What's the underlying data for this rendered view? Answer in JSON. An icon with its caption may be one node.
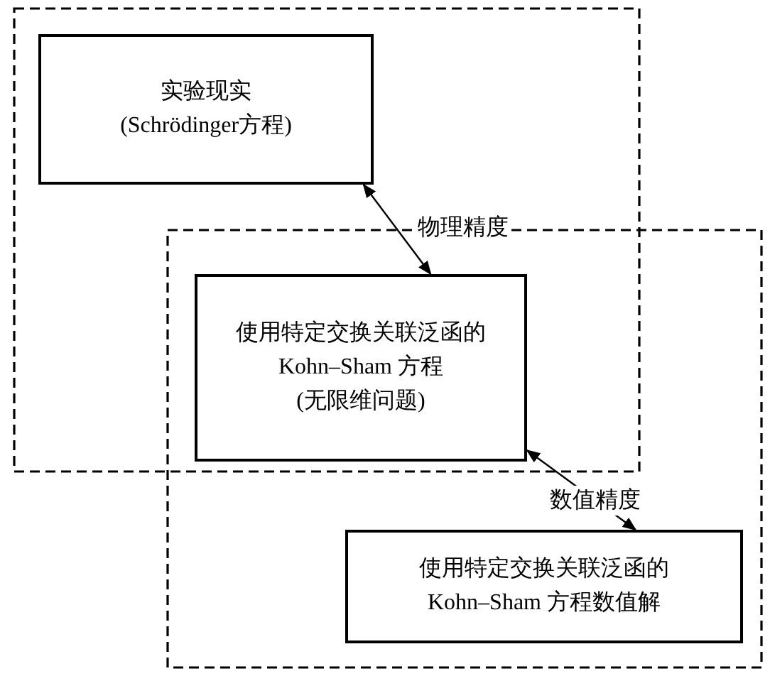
{
  "diagram": {
    "nodes": [
      {
        "text": [
          "实验现实",
          "(Schrödinger方程)"
        ]
      },
      {
        "text": [
          "使用特定交换关联泛函的Kohn–Sham 方程",
          "(无限维问题)"
        ]
      },
      {
        "text": [
          "使用特定交换关联泛函的Kohn–Sham 方程数值解"
        ]
      }
    ],
    "edges": [
      {
        "from": 0,
        "to": 1,
        "arrow": "both",
        "label": "物理精度"
      },
      {
        "from": 1,
        "to": 2,
        "arrow": "both",
        "label": "数值精度"
      }
    ]
  }
}
